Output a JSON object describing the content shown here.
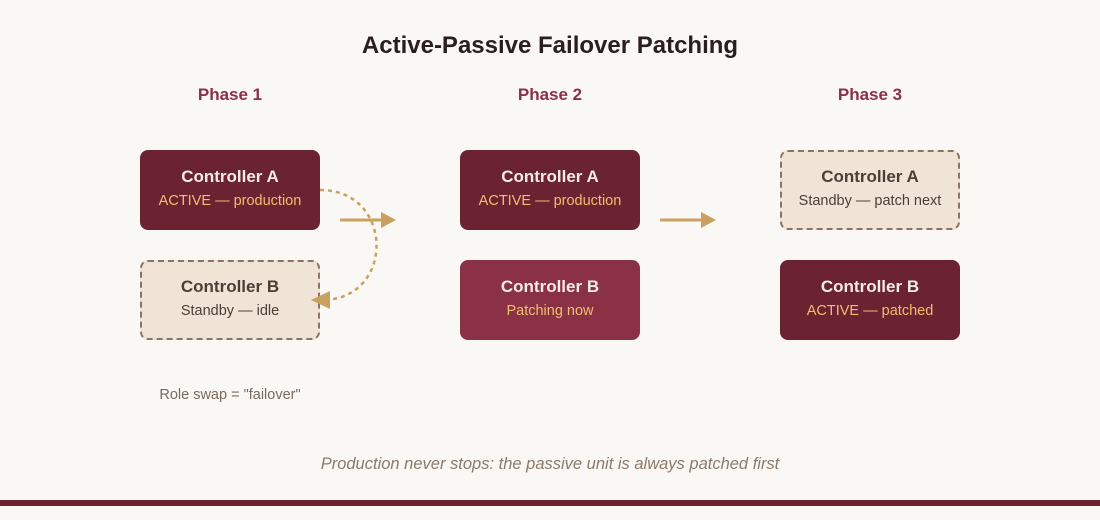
{
  "title": "Active-Passive Failover Patching",
  "phases": [
    {
      "label": "Phase 1",
      "controllers": [
        {
          "name": "Controller A",
          "status": "ACTIVE — production",
          "state": "active"
        },
        {
          "name": "Controller B",
          "status": "Standby — idle",
          "state": "standby"
        }
      ]
    },
    {
      "label": "Phase 2",
      "controllers": [
        {
          "name": "Controller A",
          "status": "ACTIVE — production",
          "state": "active"
        },
        {
          "name": "Controller B",
          "status": "Patching now",
          "state": "patching"
        }
      ]
    },
    {
      "label": "Phase 3",
      "controllers": [
        {
          "name": "Controller A",
          "status": "Standby — patch next",
          "state": "standby"
        },
        {
          "name": "Controller B",
          "status": "ACTIVE — patched",
          "state": "active"
        }
      ]
    }
  ],
  "role_swap_note": "Role swap = \"failover\"",
  "footer": "Production never stops: the passive unit is always patched first",
  "colors": {
    "active": "#6b2231",
    "patching": "#8b3145",
    "standby": "#efe4d6",
    "accent": "#c9a05e",
    "phase_label": "#8b3145"
  }
}
